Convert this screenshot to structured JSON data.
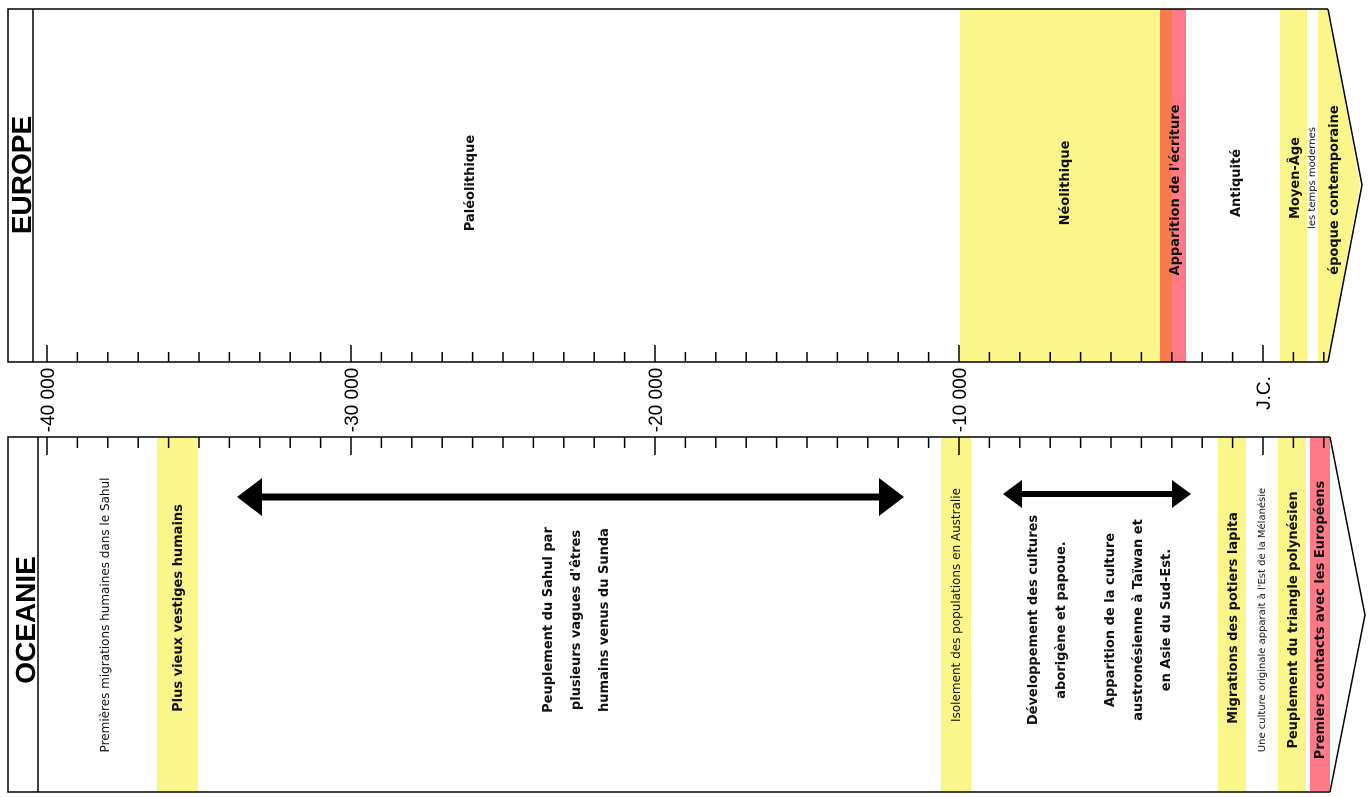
{
  "axis": {
    "min": -40000,
    "max": 0,
    "minor_step": 1000,
    "major_step": 10000,
    "labels": [
      {
        "value": -40000,
        "text": "-40 000"
      },
      {
        "value": -30000,
        "text": "-30 000"
      },
      {
        "value": -20000,
        "text": "-20 000"
      },
      {
        "value": -10000,
        "text": "-10 000"
      },
      {
        "value": 0,
        "text": "J.C."
      }
    ]
  },
  "europe": {
    "title": "EUROPE",
    "paleolithique": "Paléolithique",
    "neolithique": "Néolithique",
    "ecriture": "Apparition de l'écriture",
    "antiquite": "Antiquité",
    "moyen_age": "Moyen-Âge",
    "temps_modernes": "les temps modernes",
    "contemporaine": "époque contemporaine"
  },
  "oceanie": {
    "title": "OCEANIE",
    "premieres": "Premières migrations humaines dans le Sahul",
    "vestiges": "Plus vieux vestiges humains",
    "sahul": [
      "Peuplement du Sahul par",
      "plusieurs vagues d'êtres",
      "humains venus du Sunda"
    ],
    "isolement": "Isolement des populations en Australie",
    "developpement": [
      "Développement des cultures",
      "aborigène et papoue."
    ],
    "austronesienne": [
      "Apparition de la culture",
      "austronésienne à Taïwan et",
      "en Asie du Sud-Est."
    ],
    "lapita": "Migrations des potiers lapita",
    "melanesie": "Une culture originale apparait à l'Est de la Mélanésie",
    "polynesien": "Peuplement du triangle polynésien",
    "europeens": "Premiers contacts avec les Européens"
  },
  "colors": {
    "yellow": "#fbf68a",
    "orange": "#fb7a4c",
    "pink": "#fd7a86"
  }
}
